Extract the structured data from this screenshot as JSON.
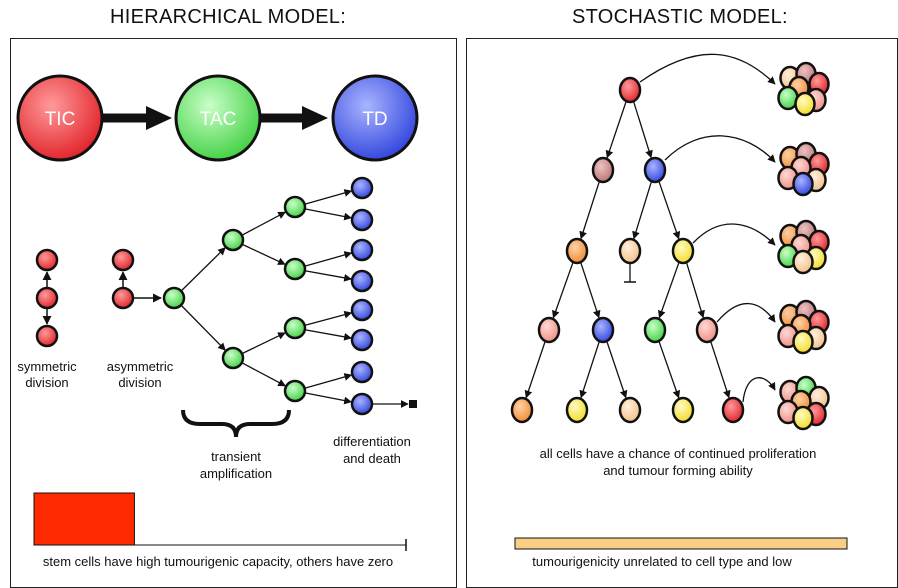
{
  "left": {
    "title": "HIERARCHICAL MODEL:",
    "big_cells": [
      "TIC",
      "TAC",
      "TD"
    ],
    "symmetric_label": [
      "symmetric",
      "division"
    ],
    "asymmetric_label": [
      "asymmetric",
      "division"
    ],
    "transient_label": [
      "transient",
      "amplification"
    ],
    "diff_label": [
      "differentiation",
      "and death"
    ],
    "caption": "stem cells have high tumourigenic capacity, others have zero",
    "capacity_level": 0.27
  },
  "right": {
    "title": "STOCHASTIC MODEL:",
    "caption_text": [
      "all cells have a chance of continued proliferation",
      "and tumour forming ability"
    ],
    "caption_bottom": "tumourigenicity unrelated to cell type and low"
  },
  "colors": {
    "red": "#e8333a",
    "green": "#4fd84f",
    "blue": "#3b4fe0",
    "orange": "#f59a4a",
    "yellow": "#f5e23c",
    "pink": "#f3a39b",
    "peach": "#f6c89a",
    "mauve": "#c98a8a",
    "bar_red": "#ff2a00",
    "bar_peach": "#f8cf85"
  }
}
